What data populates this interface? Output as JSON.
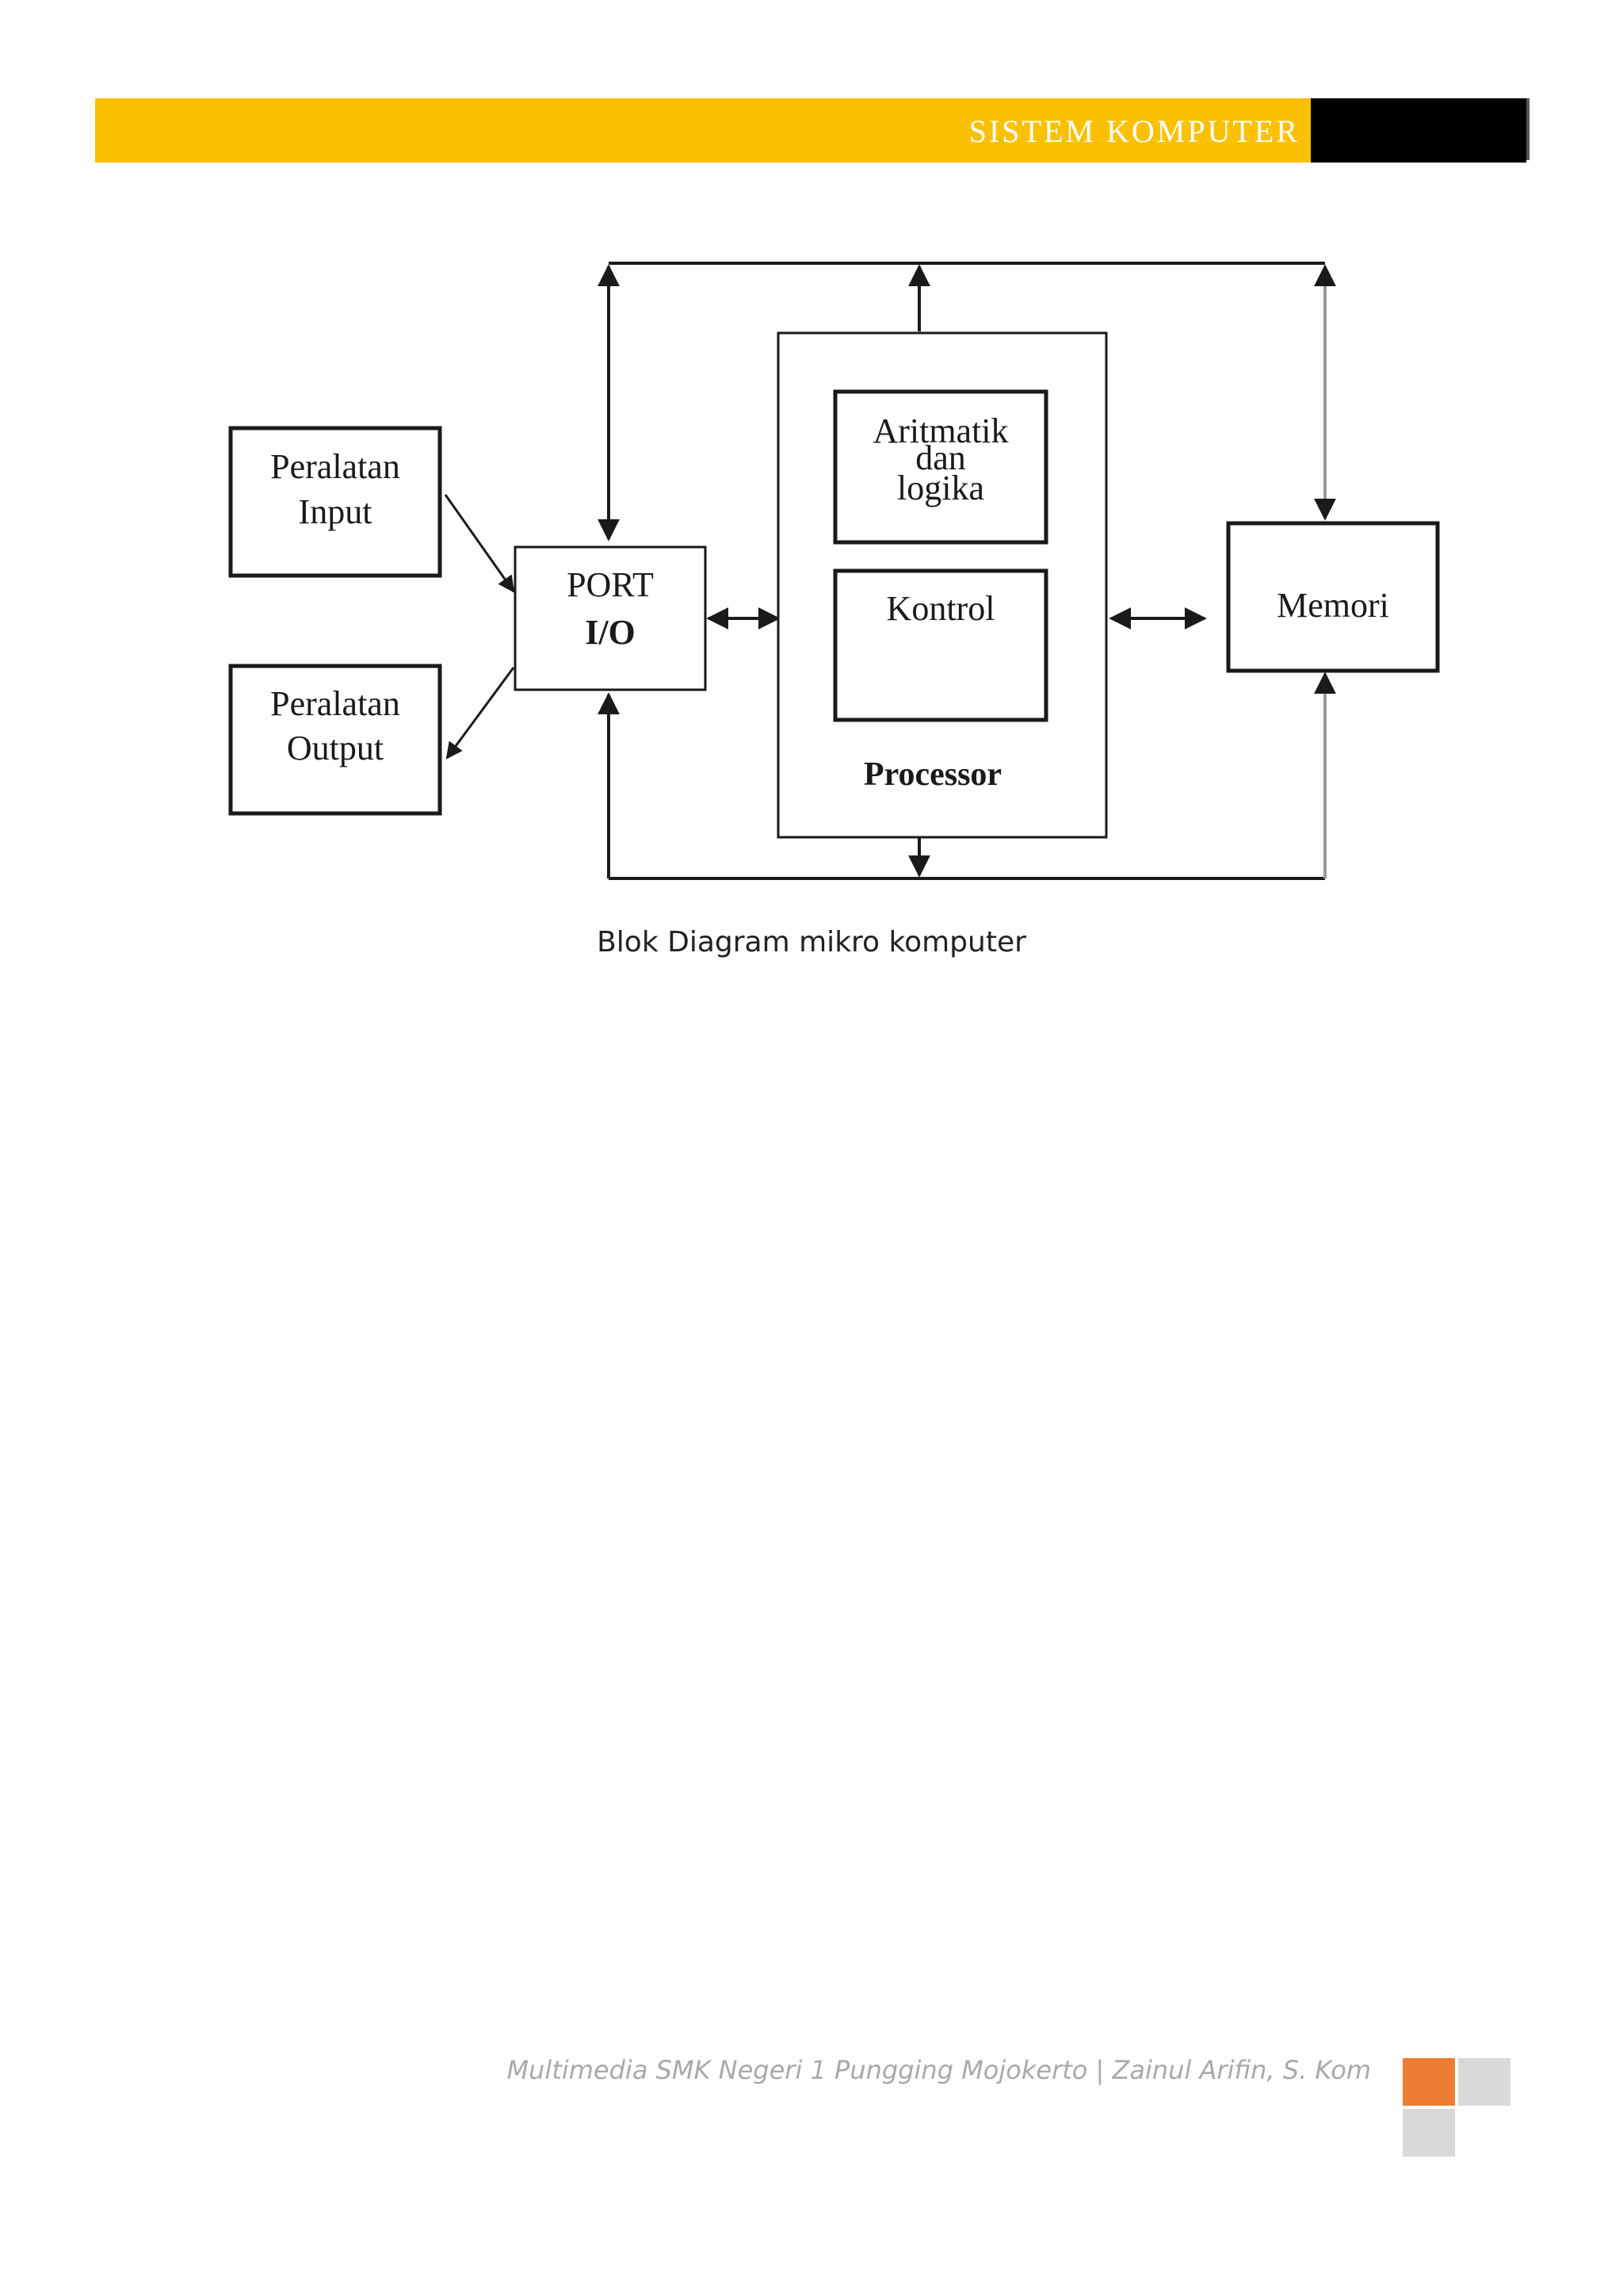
{
  "header": {
    "title": "SISTEM KOMPUTER"
  },
  "diagram": {
    "input_device": [
      "Peralatan",
      "Input"
    ],
    "output_device": [
      "Peralatan",
      "Output"
    ],
    "port_io": [
      "PORT",
      "I/O"
    ],
    "alu": [
      "Aritmatik",
      "dan",
      "logika"
    ],
    "control": "Kontrol",
    "processor": "Processor",
    "memory": "Memori"
  },
  "caption": "Blok Diagram mikro komputer",
  "footer": {
    "text": "Multimedia SMK Negeri 1 Pungging Mojokerto | Zainul Arifin, S. Kom",
    "colors": {
      "orange": "#ec7d32",
      "gray": "#d9d9d9",
      "banner": "#fbc100"
    }
  }
}
